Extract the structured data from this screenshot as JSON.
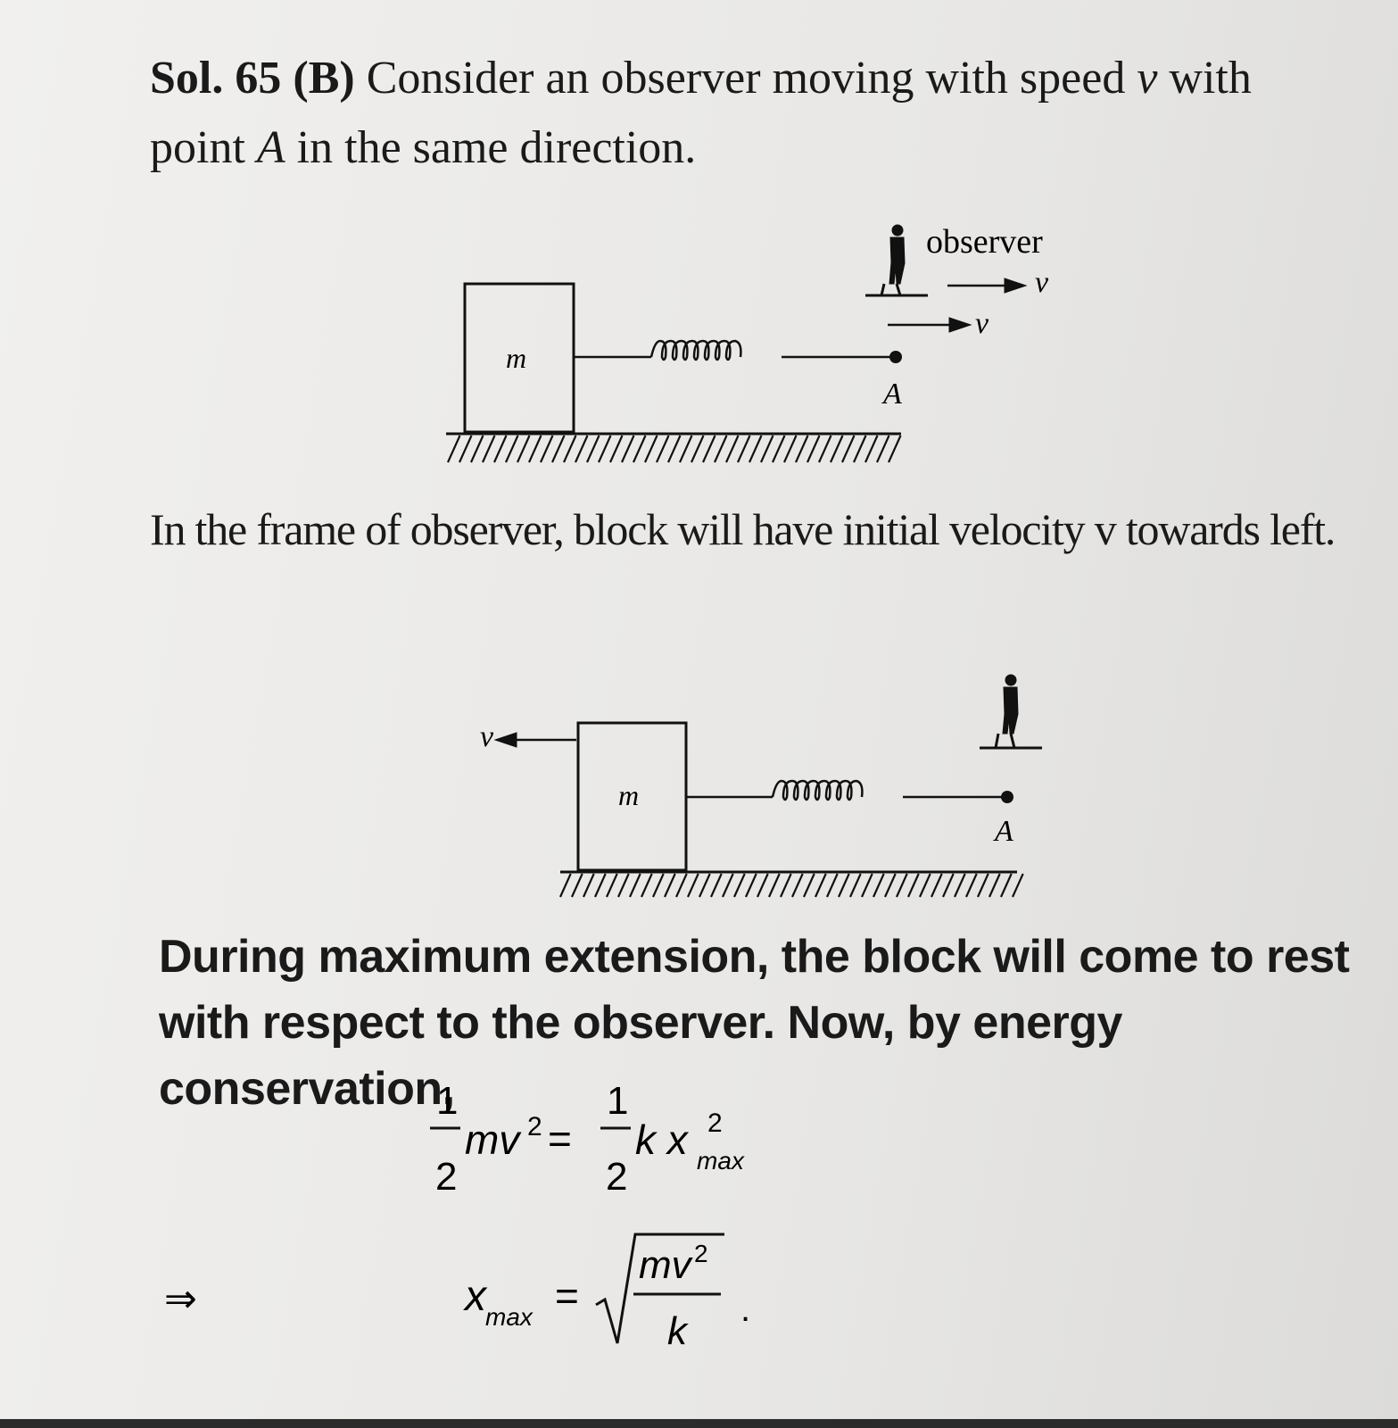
{
  "solution": {
    "label": "Sol. 65",
    "option": "(B)",
    "intro_line1": "Consider an observer moving with speed",
    "var_v": "v",
    "intro_line1_end": "with",
    "intro_line2_start": "point",
    "point_A": "A",
    "intro_line2_end": "in the same direction."
  },
  "figure1": {
    "observer_label": "observer",
    "observer_velocity": "v",
    "point_velocity": "v",
    "mass_label": "m",
    "point_label": "A"
  },
  "frame_text": {
    "sentence": "In the frame of observer, block will have initial velocity v towards left."
  },
  "figure2": {
    "block_velocity": "v",
    "mass_label": "m",
    "point_label": "A"
  },
  "extension_text": {
    "sentence": "During maximum extension, the block will come to rest with respect to the observer. Now, by energy conservation,"
  },
  "equation1": {
    "half_num": "1",
    "half_den": "2",
    "lhs": "mv",
    "exp": "2",
    "equals": "=",
    "rhs_k": "k x",
    "sub": "max"
  },
  "equation2": {
    "implies": "⇒",
    "lhs": "x",
    "sub": "max",
    "equals": "=",
    "num": "mv",
    "num_exp": "2",
    "den": "k",
    "end": "."
  }
}
